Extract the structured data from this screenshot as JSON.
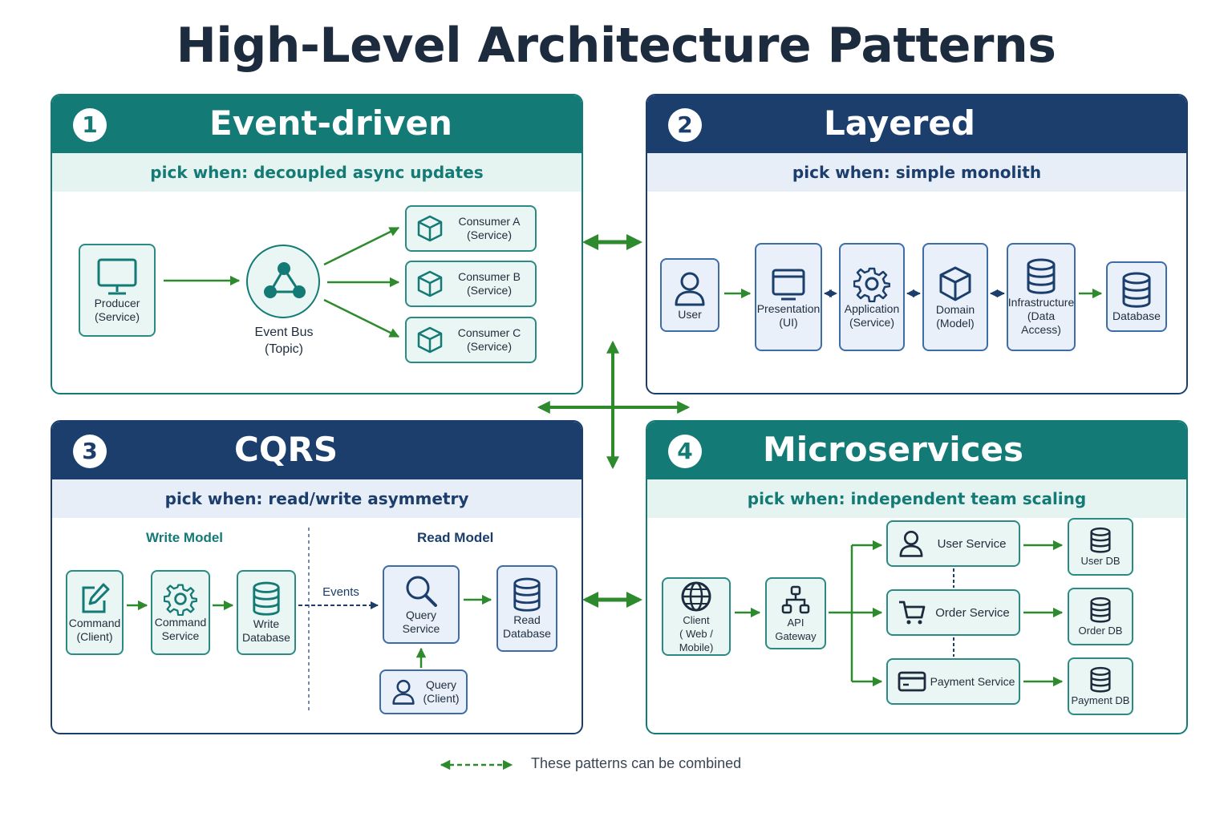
{
  "title": "High-Level Architecture Patterns",
  "panels": {
    "event_driven": {
      "number": "1",
      "title": "Event-driven",
      "pick": "pick when: decoupled async updates",
      "producer": "Producer\n(Service)",
      "bus": "Event Bus\n(Topic)",
      "consumers": [
        "Consumer A\n(Service)",
        "Consumer B\n(Service)",
        "Consumer C\n(Service)"
      ]
    },
    "layered": {
      "number": "2",
      "title": "Layered",
      "pick": "pick when: simple monolith",
      "user": "User",
      "layers": [
        "Presentation\n(UI)",
        "Application\n(Service)",
        "Domain\n(Model)",
        "Infrastructure\n(Data Access)"
      ],
      "database": "Database"
    },
    "cqrs": {
      "number": "3",
      "title": "CQRS",
      "pick": "pick when: read/write asymmetry",
      "write_model": "Write Model",
      "read_model": "Read Model",
      "command_client": "Command\n(Client)",
      "command_service": "Command\nService",
      "write_db": "Write\nDatabase",
      "events": "Events",
      "query_service": "Query\nService",
      "read_db": "Read\nDatabase",
      "query_client": "Query\n(Client)"
    },
    "microservices": {
      "number": "4",
      "title": "Microservices",
      "pick": "pick when: independent team scaling",
      "client": "Client\n( Web / Mobile)",
      "gateway": "API Gateway",
      "services": [
        "User Service",
        "Order Service",
        "Payment Service"
      ],
      "dbs": [
        "User DB",
        "Order DB",
        "Payment DB"
      ]
    }
  },
  "legend": "These patterns can be combined",
  "colors": {
    "teal": "#137a76",
    "navy": "#1b3e6c",
    "arrow_green": "#2d8a2d",
    "teal_fill": "#eaf6f3",
    "navy_fill": "#e9f0f9"
  }
}
